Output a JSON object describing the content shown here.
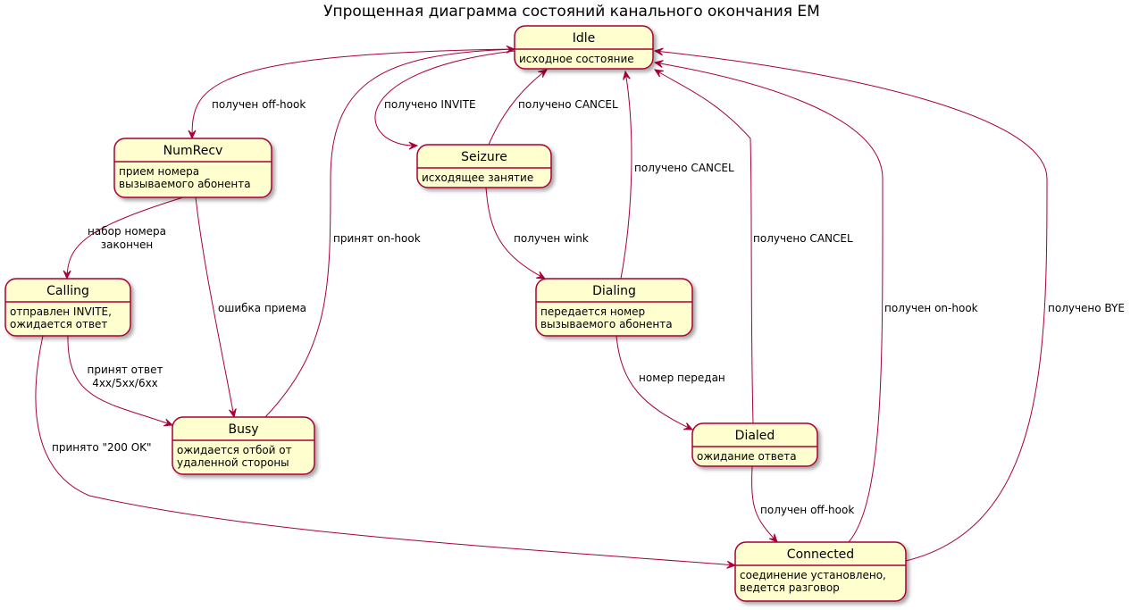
{
  "title": "Упрощенная диаграмма состояний канального окончания EM",
  "colors": {
    "border": "#A80036",
    "fill": "#FEFECE",
    "text": "#000000"
  },
  "states": {
    "idle": {
      "name": "Idle",
      "desc": [
        "исходное состояние"
      ]
    },
    "numrecv": {
      "name": "NumRecv",
      "desc": [
        "прием номера",
        "вызываемого абонента"
      ]
    },
    "seizure": {
      "name": "Seizure",
      "desc": [
        "исходящее занятие"
      ]
    },
    "calling": {
      "name": "Calling",
      "desc": [
        "отправлен INVITE,",
        "ожидается ответ"
      ]
    },
    "dialing": {
      "name": "Dialing",
      "desc": [
        "передается номер",
        "вызываемого абонента"
      ]
    },
    "busy": {
      "name": "Busy",
      "desc": [
        "ожидается отбой от",
        "удаленной стороны"
      ]
    },
    "dialed": {
      "name": "Dialed",
      "desc": [
        "ожидание ответа"
      ]
    },
    "connected": {
      "name": "Connected",
      "desc": [
        "соединение установлено,",
        "ведется разговор"
      ]
    }
  },
  "transitions": {
    "idle_numrecv": [
      "получен off-hook"
    ],
    "idle_seizure": [
      "получено INVITE"
    ],
    "seizure_idle": [
      "получено CANCEL"
    ],
    "dialing_idle": [
      "получено CANCEL"
    ],
    "dialed_idle": [
      "получено CANCEL"
    ],
    "busy_idle": [
      "принят on-hook"
    ],
    "connected_idle_onhook": [
      "получен on-hook"
    ],
    "connected_idle_bye": [
      "получено BYE"
    ],
    "numrecv_calling": [
      "набор номера",
      "закончен"
    ],
    "numrecv_busy": [
      "ошибка приема"
    ],
    "seizure_dialing": [
      "получен wink"
    ],
    "calling_busy": [
      "принят ответ",
      "4xx/5xx/6xx"
    ],
    "calling_connected": [
      "принято \"200 OK\""
    ],
    "dialing_dialed": [
      "номер передан"
    ],
    "dialed_connected": [
      "получен off-hook"
    ]
  }
}
